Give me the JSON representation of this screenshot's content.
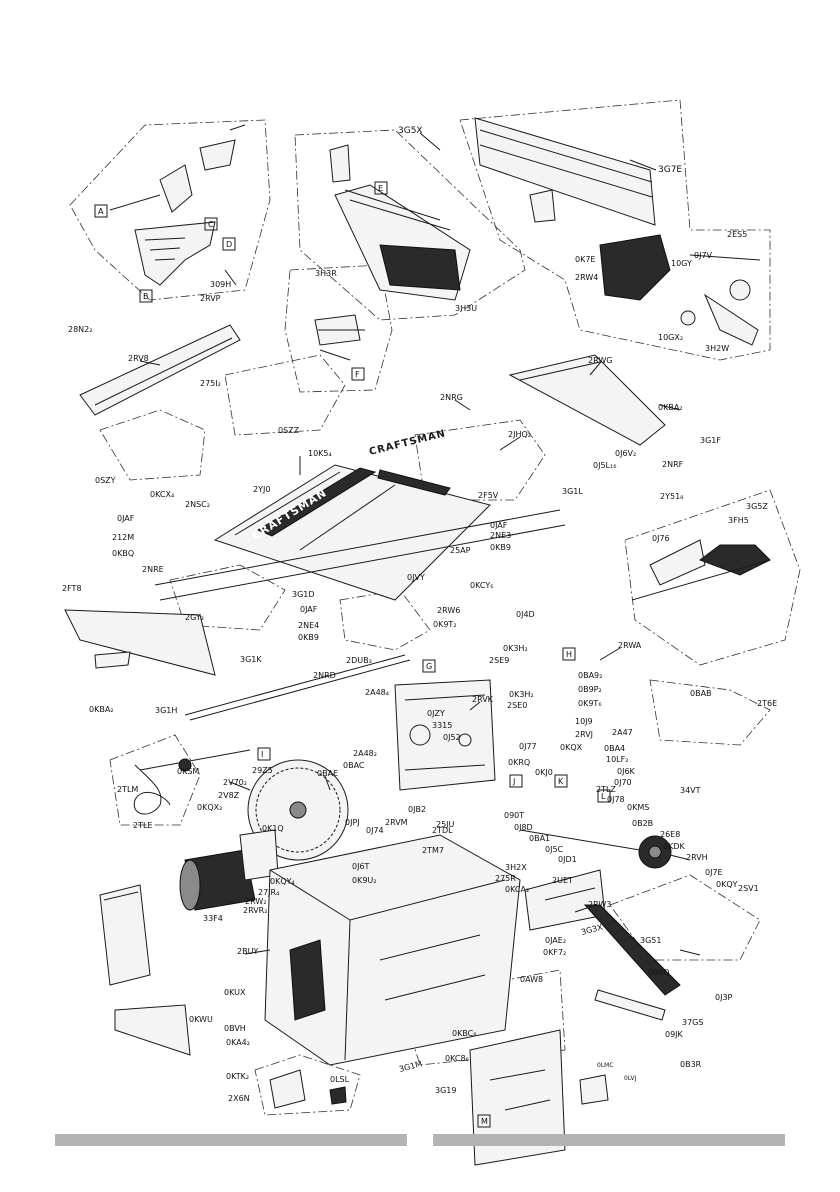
{
  "brand": "CRAFTSMAN",
  "labels": {
    "l_3G5X": "3G5X",
    "l_3G7E": "3G7E",
    "l_3H3R": "3H3R",
    "l_3H3U": "3H3U",
    "l_309H": "309H",
    "l_2RVP": "2RVP",
    "l_28N2": "28N2₂",
    "l_2RV8": "2RV8",
    "l_275I": "275I₂",
    "l_0SZZ": "0SZZ",
    "l_0SZY": "0SZY",
    "l_0KCX": "0KCX₄",
    "l_2NSC": "2NSC₂",
    "l_2YJ0": "2YJ0",
    "l_10K5": "10K5₄",
    "l_0KB9a": "0KB9",
    "l_2NE3": "2NE3",
    "l_0JAFa": "0JAF",
    "l_2RWG": "2RWG",
    "l_0KBA2a": "0KBA₂",
    "l_3G1F": "3G1F",
    "l_2NRG": "2NRG",
    "l_2JHQ": "2JHQ₂",
    "l_0J6V": "0J6V₂",
    "l_0J5L": "0J5L₁₆",
    "l_2NRF": "2NRF",
    "l_3G1L": "3G1L",
    "l_2Y51": "2Y51₈",
    "l_2F5V": "2F5V",
    "l_3G5Z": "3G5Z",
    "l_3FH5": "3FH5",
    "l_0J76": "0J76",
    "l_0K7E": "0K7E",
    "l_2RW4": "2RW4",
    "l_10GY": "10GY",
    "l_0J7V": "0J7V",
    "l_2ES5": "2ES5",
    "l_10GX": "10GX₂",
    "l_3H2W": "3H2W",
    "l_0JAFb": "0JAF",
    "l_212M": "212M",
    "l_0KBQ": "0KBQ",
    "l_2NRE": "2NRE",
    "l_25AP": "25AP",
    "l_0JVY": "0JVY",
    "l_2FT8": "2FT8",
    "l_3G1D": "3G1D",
    "l_2GY2": "2GY₂",
    "l_0KCY": "0KCY₆",
    "l_0JAFc": "0JAF",
    "l_2NE4": "2NE4",
    "l_0KB9b": "0KB9",
    "l_2RW6": "2RW6",
    "l_0K9T2a": "0K9T₂",
    "l_0J4D": "0J4D",
    "l_3G1K": "3G1K",
    "l_2DUB": "2DUB₃",
    "l_2NRD": "2NRD",
    "l_0KBA2b": "0KBA₂",
    "l_3G1H": "3G1H",
    "l_2RWA": "2RWA",
    "l_0K3H2a": "0K3H₂",
    "l_2SE9": "2SE9",
    "l_2A48a": "2A48₄",
    "l_2RVK": "2RVK",
    "l_0BA9": "0BA9₂",
    "l_0B9P": "0B9P₂",
    "l_0K9T6": "0K9T₆",
    "l_0BAB": "0BAB",
    "l_2T6E": "2T6E",
    "l_0K3H2b": "0K3H₂",
    "l_2SE0": "2SE0",
    "l_0JZY": "0JZY",
    "l_3315": "3315",
    "l_0J52": "0J52",
    "l_0J77": "0J77",
    "l_10J9": "10J9",
    "l_2RVJ": "2RVJ",
    "l_2A47": "2A47",
    "l_0KQX": "0KQX",
    "l_0BA4": "0BA4",
    "l_10LF": "10LF₂",
    "l_0J6K": "0J6K",
    "l_0J70": "0J70",
    "l_34VT": "34VT",
    "l_2A48b": "2A48₂",
    "l_0BAC": "0BAC",
    "l_0BAE": "0BAE",
    "l_0KRQ": "0KRQ",
    "l_0KJ0": "0KJ0",
    "l_29Z5": "29Z5",
    "l_2V70": "2V70₂",
    "l_2V8Z": "2V8Z",
    "l_0KQX2": "0KQX₂",
    "l_0KSM": "0KSM",
    "l_2TLM": "2TLM",
    "l_2TLE": "2TLE",
    "l_0K1Q": "0K1Q",
    "l_0JPJ": "0JPJ",
    "l_0J74": "0J74",
    "l_2RVM": "2RVM",
    "l_0JB2": "0JB2",
    "l_25JU": "25JU",
    "l_2TDL": "2TDL",
    "l_090T": "090T",
    "l_0J8D": "0J8D",
    "l_0BA1": "0BA1",
    "l_2TLZ": "2TLZ",
    "l_0J78": "0J78",
    "l_0KMS": "0KMS",
    "l_0B2B": "0B2B",
    "l_26E8": "26E8",
    "l_0KDK": "0KDK",
    "l_0J5C": "0J5C",
    "l_0JD1": "0JD1",
    "l_2RVH": "2RVH",
    "l_0J7E": "0J7E",
    "l_0KQY": "0KQY",
    "l_2SV1": "2SV1",
    "l_2TM7": "2TM7",
    "l_3H2X": "3H2X",
    "l_275R": "275R",
    "l_0KCA": "0KCA₂",
    "l_0J6T": "0J6T",
    "l_0K9U": "0K9U₂",
    "l_0KQY4": "0KQY₄",
    "l_27JR": "27JR₄",
    "l_2RW2": "2RW₂",
    "l_2RVR": "2RVR₂",
    "l_33F4": "33F4",
    "l_2UET": "2UET",
    "l_2RW3": "2RW3",
    "l_0JAE": "0JAE₂",
    "l_0KF7": "0KF7₂",
    "l_3G51": "3G51",
    "l_090Q": "090Q",
    "l_0J3P": "0J3P",
    "l_2BUY": "2BUY",
    "l_0AW8": "0AW8",
    "l_37GS": "37GS",
    "l_09JK": "09JK",
    "l_0B3R": "0B3R",
    "l_0KUX": "0KUX",
    "l_0KWU": "0KWU",
    "l_0BVH": "0BVH",
    "l_0KA4": "0KA4₂",
    "l_0KTK": "0KTK₂",
    "l_2X6N": "2X6N",
    "l_0LSL": "0LSL",
    "l_3G1M": "3G1M",
    "l_0KBC8": "0KBC₈",
    "l_0KC8": "0KC8₆",
    "l_3G19": "3G19",
    "l_0LMC": "0LMC",
    "l_0LVJ": "0LVJ",
    "l_3G3X": "3G3X"
  },
  "callouts": {
    "c_A1": "A",
    "c_B1": "B",
    "c_C1": "C",
    "c_D1": "D",
    "c_E1": "E",
    "c_F1": "F",
    "c_G1": "G",
    "c_H1": "H",
    "c_I1": "I",
    "c_J1": "J",
    "c_K1": "K",
    "c_L1": "L",
    "c_M1": "M"
  },
  "colors": {
    "line": "#1a1a1a",
    "fill_dark": "#2a2a2a",
    "footer_bar": "#b3b3b3"
  }
}
